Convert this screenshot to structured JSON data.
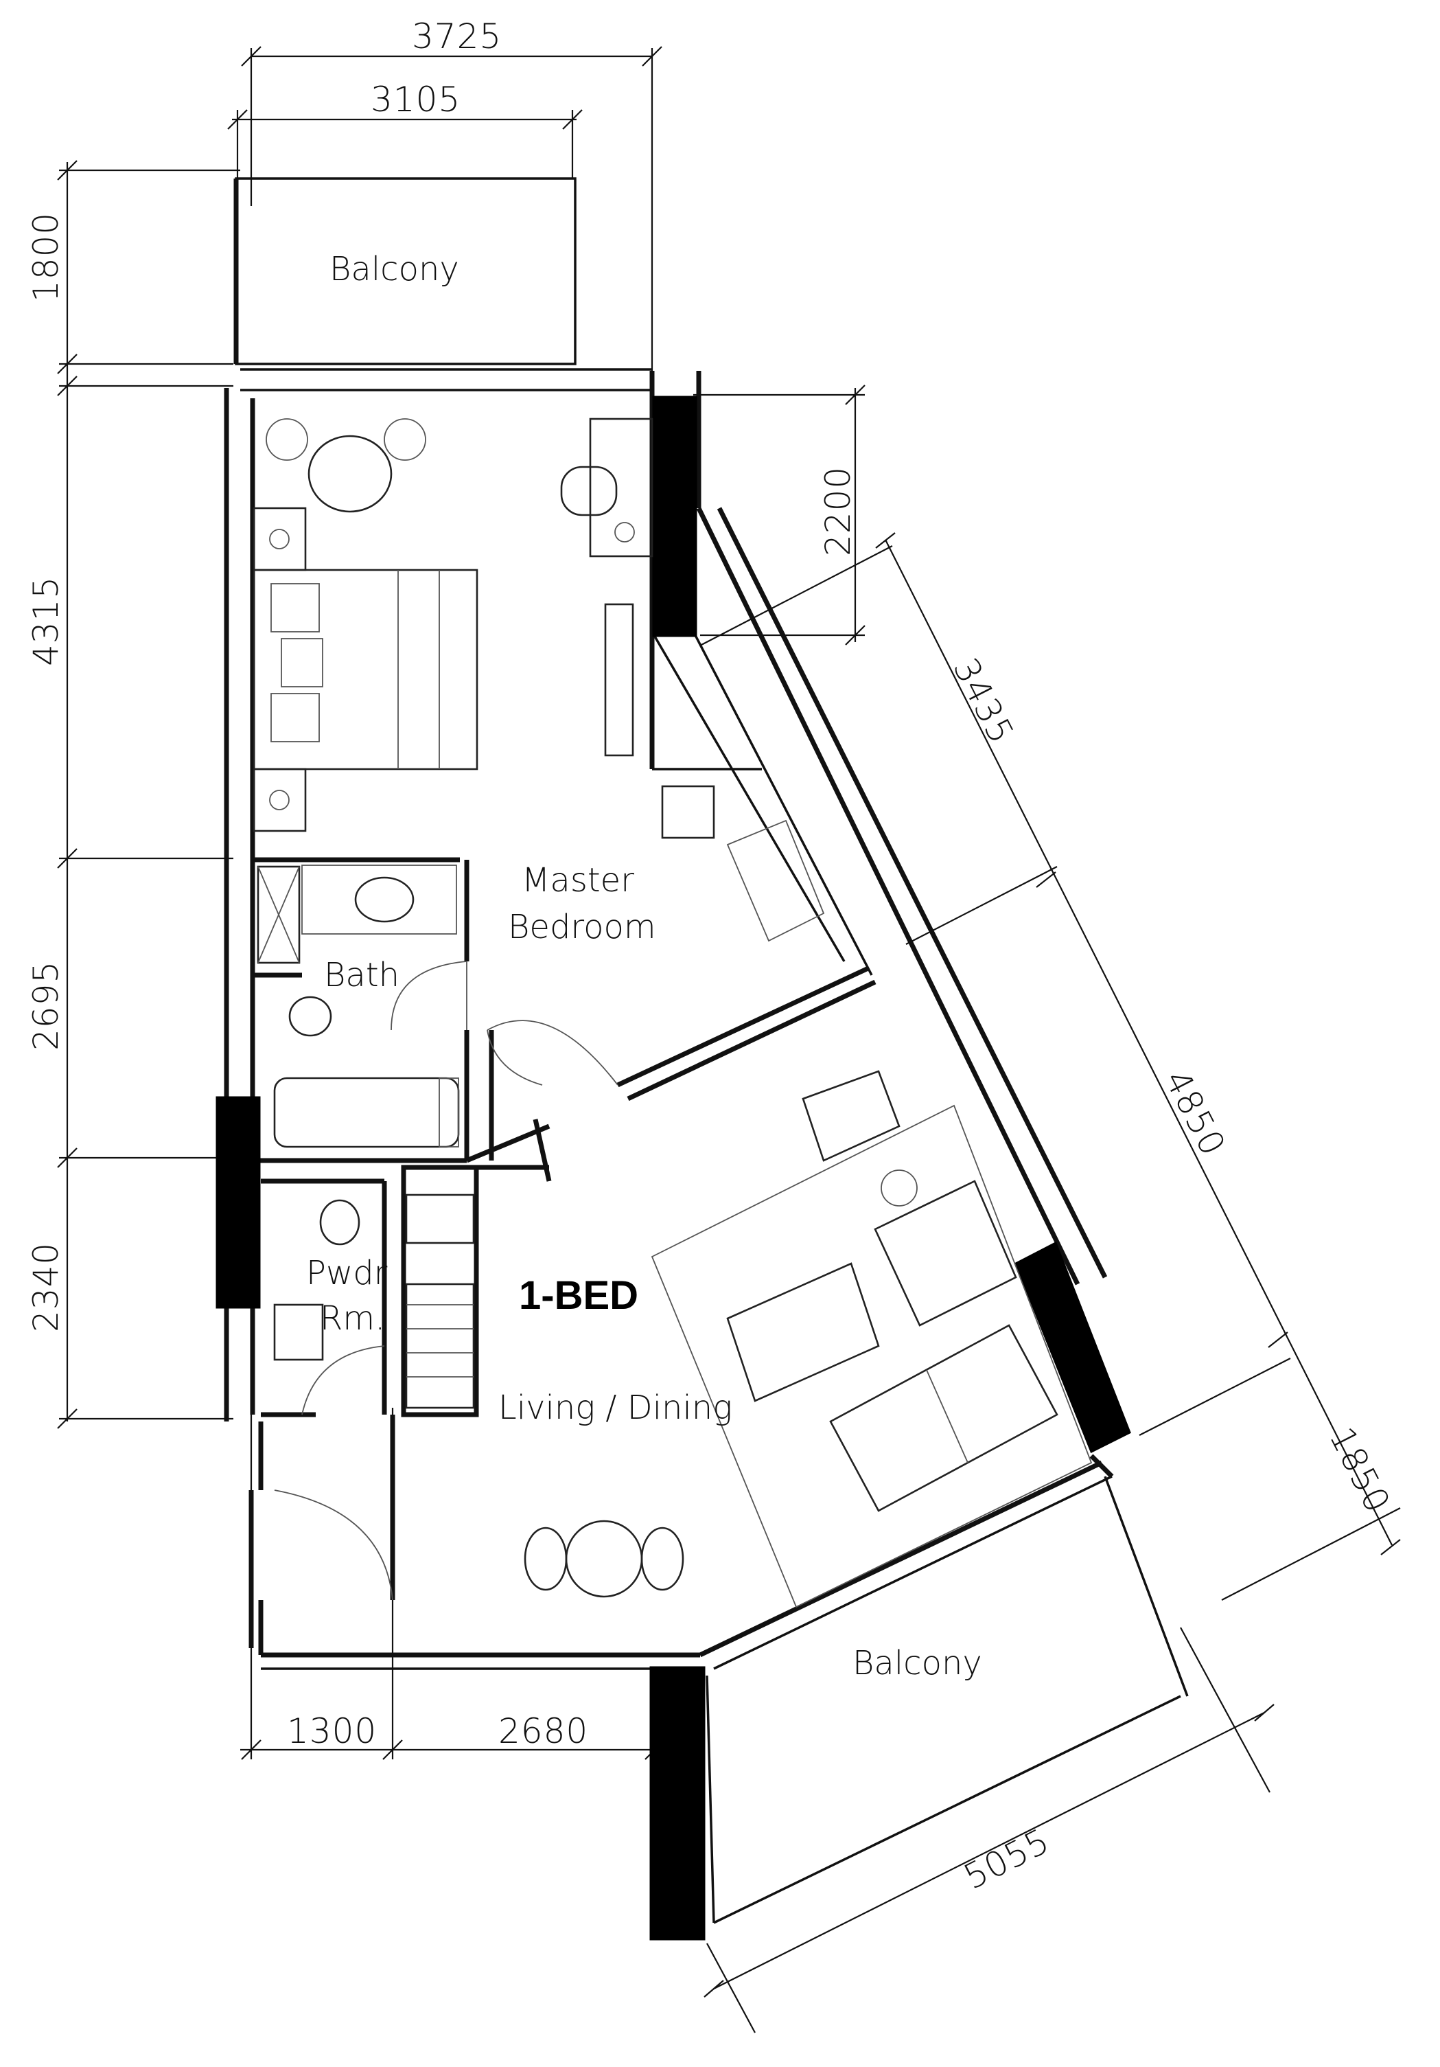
{
  "plan": {
    "unit_type": "1-BED",
    "rooms": {
      "balcony_top": "Balcony",
      "balcony_bottom": "Balcony",
      "master_bedroom_line1": "Master",
      "master_bedroom_line2": "Bedroom",
      "bath": "Bath",
      "powder_line1": "Pwdr",
      "powder_line2": "Rm.",
      "living_dining": "Living / Dining"
    },
    "dimensions": {
      "top_overall": "3725",
      "top_balcony": "3105",
      "left_balcony": "1800",
      "left_bedroom": "4315",
      "left_bath": "2695",
      "left_powder": "2340",
      "right_upper": "2200",
      "diag_bedroom": "3435",
      "diag_living": "4850",
      "diag_balcony": "1850",
      "bottom_entry": "1300",
      "bottom_living": "2680",
      "bottom_balcony": "5055"
    }
  }
}
